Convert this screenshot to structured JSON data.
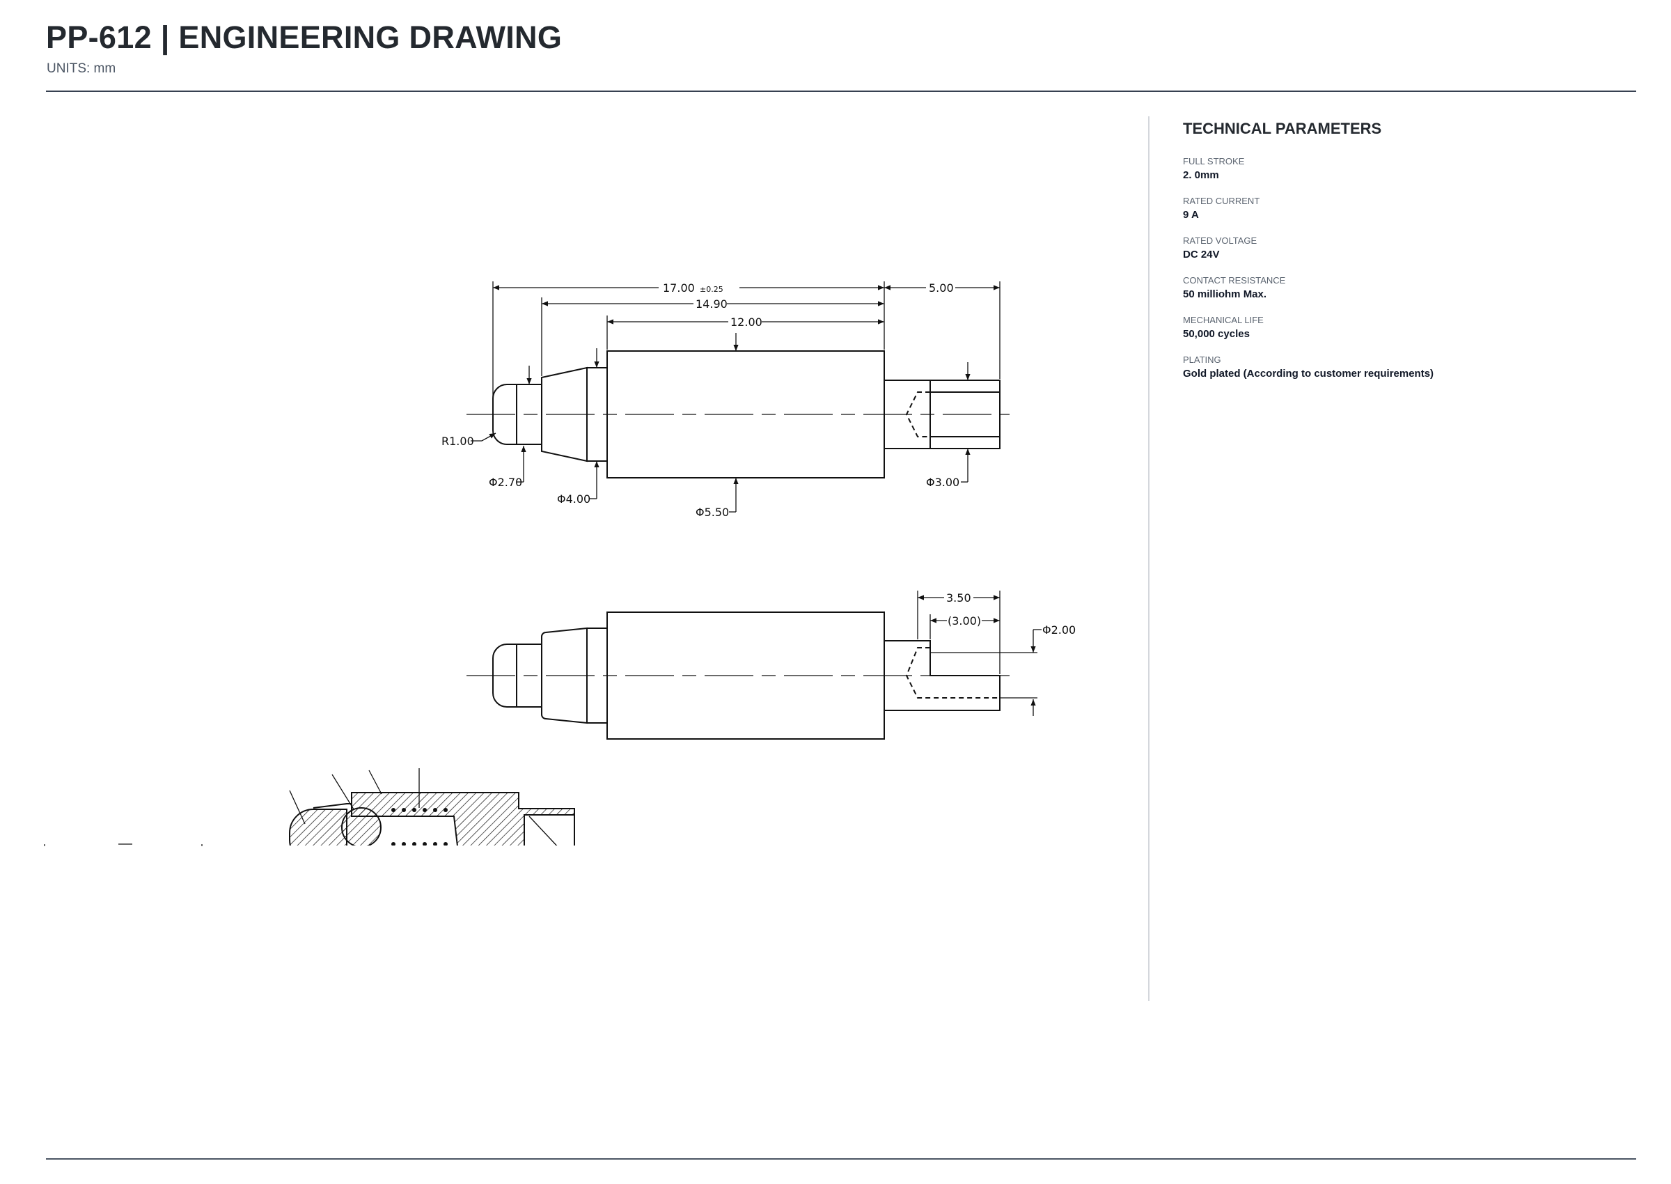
{
  "header": {
    "title": "PP-612  |  ENGINEERING DRAWING",
    "units": "UNITS: mm"
  },
  "drawing": {
    "front_view": {
      "dim_overall": "17.00",
      "dim_overall_tol": "±0.25",
      "dim_tail": "5.00",
      "dim_to_body": "14.90",
      "dim_body": "12.00",
      "radius_tip": "R1.00",
      "dia_tip": "Φ2.70",
      "dia_collar": "Φ4.00",
      "dia_body": "Φ5.50",
      "dia_tail": "Φ3.00"
    },
    "side_view": {
      "dim_slot_outer": "3.50",
      "dim_slot_inner": "(3.00)",
      "dia_slot": "Φ2.00"
    }
  },
  "parameters": {
    "heading": "TECHNICAL PARAMETERS",
    "items": [
      {
        "label": "FULL STROKE",
        "value": "2. 0mm"
      },
      {
        "label": "RATED CURRENT",
        "value": "9 A"
      },
      {
        "label": "RATED VOLTAGE",
        "value": "DC 24V"
      },
      {
        "label": "CONTACT RESISTANCE",
        "value": "50 milliohm Max."
      },
      {
        "label": "MECHANICAL LIFE",
        "value": "50,000 cycles"
      },
      {
        "label": "PLATING",
        "value": "Gold plated (According to customer requirements)"
      }
    ]
  }
}
